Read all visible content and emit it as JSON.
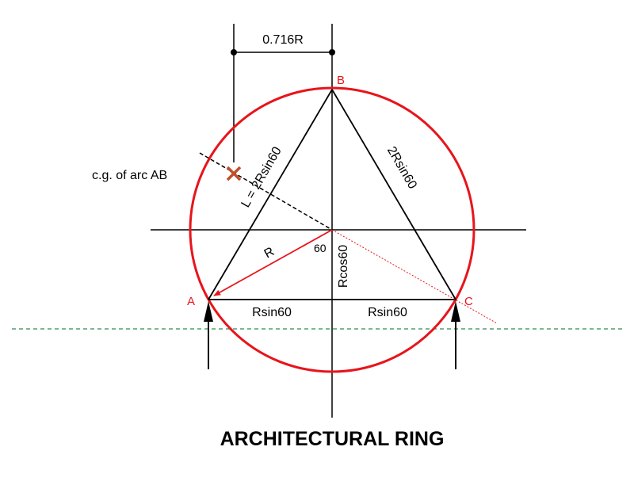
{
  "title": "ARCHITECTURAL RING",
  "points": {
    "a": "A",
    "b": "B",
    "c": "C"
  },
  "labels": {
    "dimension": "0.716R",
    "cg_arc": "c.g. of arc AB",
    "side_left": "L = 2Rsin60",
    "side_right": "2Rsin60",
    "radius": "R",
    "angle": "60",
    "vertical": "Rcos60",
    "half_base_left": "Rsin60",
    "half_base_right": "Rsin60"
  },
  "colors": {
    "ring": "#e8141b",
    "lines": "#000000",
    "points": "#e8141b",
    "cg_marker": "#c0502a",
    "ground": "#2e8b57",
    "radius_arrow": "#e8141b"
  }
}
